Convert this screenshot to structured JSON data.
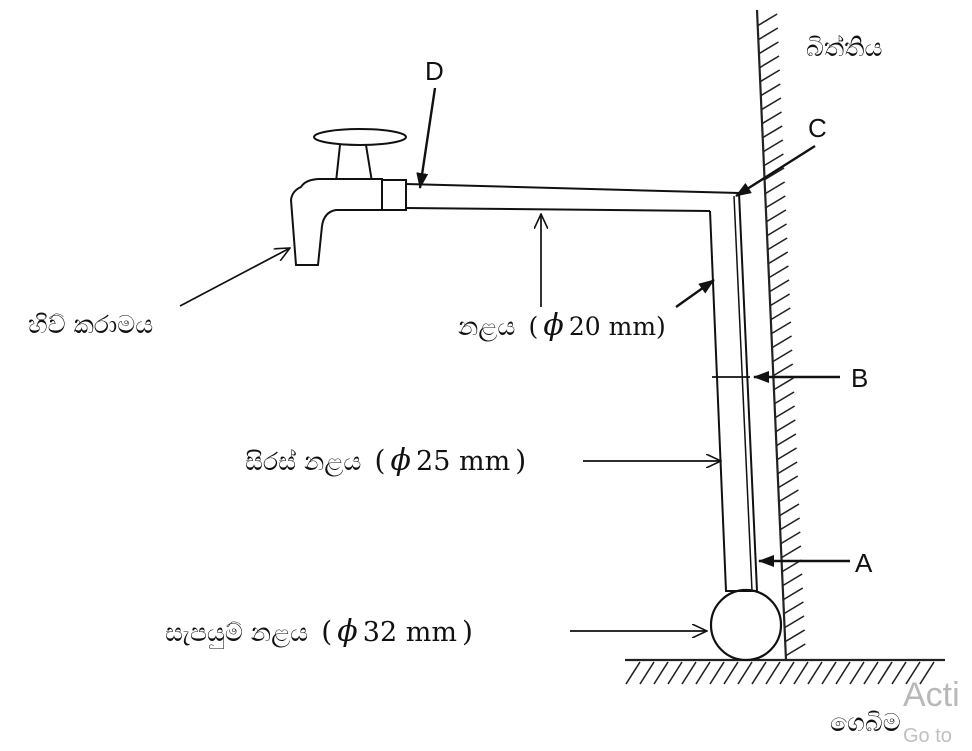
{
  "labels": {
    "wall": "බිත්තිය",
    "floor": "ගෙබිම",
    "tap": "හිව් කරාමය",
    "point_a": "A",
    "point_b": "B",
    "point_c": "C",
    "point_d": "D",
    "pipe_20_name": "නළය",
    "pipe_20_size": "20 mm)",
    "riser_name": "සිරස් නළය",
    "riser_size": "25 mm",
    "supply_name": "සැපයුම් නළය",
    "supply_size": "32 mm"
  },
  "symbols": {
    "diameter": "ϕ",
    "open_paren": "(",
    "close_paren": ")"
  },
  "watermark": {
    "line1": "Acti",
    "line2": "Go to"
  }
}
